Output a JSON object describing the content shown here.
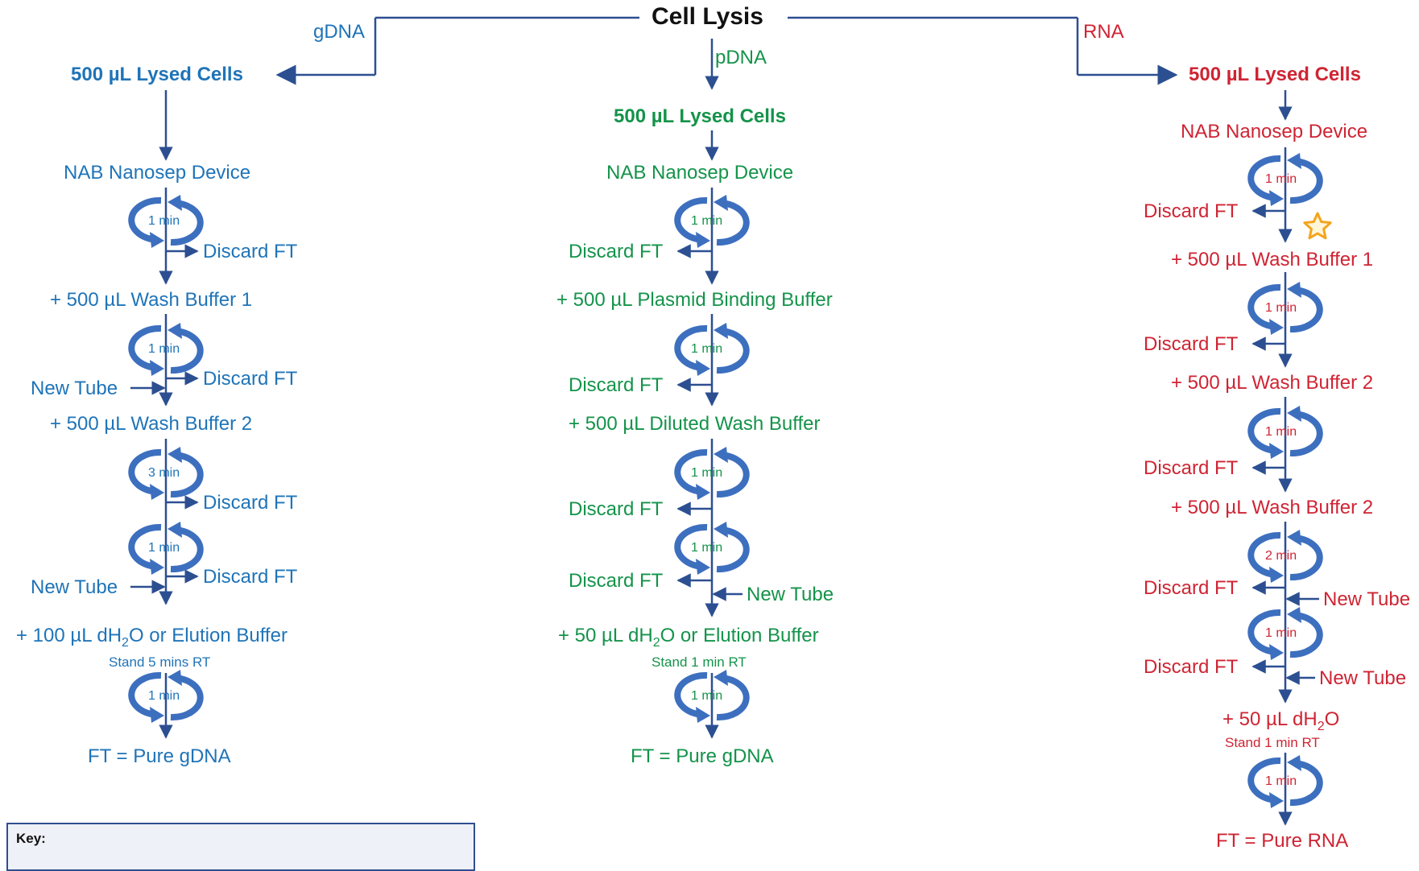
{
  "title": "Cell Lysis",
  "colors": {
    "arrow": "#2c4f91",
    "spin": "#3d6fbf",
    "gdna": "#1f74b8",
    "pdna": "#14934a",
    "rna": "#cf2433",
    "star": "#f4a41c"
  },
  "branches": {
    "gdna": {
      "label": "gDNA",
      "start": "500 µL Lysed Cells",
      "device": "NAB Nanosep Device",
      "spin1": "1 min",
      "discard1": "Discard FT",
      "wash1": "+ 500 µL Wash Buffer 1",
      "spin2": "1 min",
      "newtube1": "New Tube",
      "discard2": "Discard FT",
      "wash2": "+ 500 µL Wash Buffer 2",
      "spin3": "3 min",
      "discard3": "Discard FT",
      "spin4": "1 min",
      "newtube2": "New Tube",
      "discard4": "Discard FT",
      "elution_pre": "+ 100 µL dH",
      "elution_sub": "2",
      "elution_post": "O or Elution Buffer",
      "stand": "Stand 5 mins RT",
      "spin5": "1 min",
      "result": "FT = Pure gDNA"
    },
    "pdna": {
      "label": "pDNA",
      "start": "500 µL Lysed Cells",
      "device": "NAB Nanosep Device",
      "spin1": "1 min",
      "discard1": "Discard FT",
      "binding": "+ 500 µL Plasmid Binding Buffer",
      "spin2": "1 min",
      "discard2": "Discard FT",
      "wash": "+ 500 µL Diluted Wash Buffer",
      "spin3": "1 min",
      "discard3": "Discard FT",
      "spin4": "1 min",
      "discard4": "Discard FT",
      "newtube": "New Tube",
      "elution_pre": "+ 50 µL dH",
      "elution_sub": "2",
      "elution_post": "O or Elution Buffer",
      "stand": "Stand 1 min RT",
      "spin5": "1 min",
      "result": "FT = Pure gDNA"
    },
    "rna": {
      "label": "RNA",
      "start": "500 µL Lysed Cells",
      "device": "NAB Nanosep Device",
      "spin1": "1 min",
      "discard1": "Discard FT",
      "wash1": "+ 500 µL Wash Buffer 1",
      "spin2": "1 min",
      "discard2": "Discard FT",
      "wash2a": "+ 500 µL Wash Buffer 2",
      "spin3": "1 min",
      "discard3": "Discard FT",
      "wash2b": "+ 500 µL Wash Buffer 2",
      "spin4": "2 min",
      "discard4": "Discard FT",
      "newtube1": "New Tube",
      "spin5": "1 min",
      "discard5": "Discard FT",
      "newtube2": "New Tube",
      "elution_pre": "+ 50 µL dH",
      "elution_sub": "2",
      "elution_post": "O",
      "stand": "Stand 1 min RT",
      "spin6": "1 min",
      "result": "FT = Pure RNA"
    }
  },
  "key": {
    "title": "Key:"
  }
}
